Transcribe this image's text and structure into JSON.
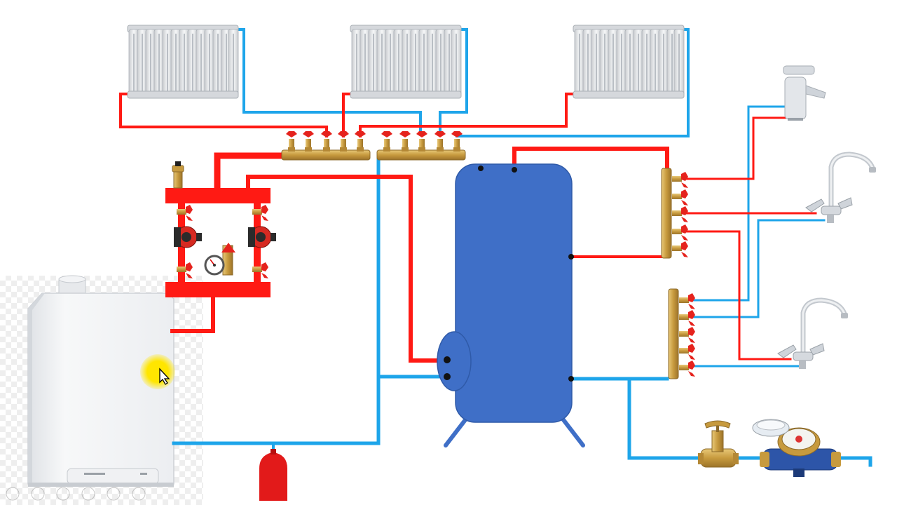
{
  "diagram": {
    "kind": "heating-and-water-supply-scheme",
    "colors": {
      "hot_pipe": "#ff1a14",
      "cold_pipe": "#1ea5ea",
      "tank": "#3f6fc7",
      "brass": "#c79a3e",
      "valve_handle": "#e5231d",
      "boiler": "#f2f3f5",
      "expansion_vessel": "#e21a1a",
      "cursor_highlight": "#ffe600"
    },
    "components": [
      {
        "id": "radiator-1",
        "icon": "radiator-icon"
      },
      {
        "id": "radiator-2",
        "icon": "radiator-icon"
      },
      {
        "id": "radiator-3",
        "icon": "radiator-icon"
      },
      {
        "id": "heating-manifold-supply",
        "icon": "manifold-icon"
      },
      {
        "id": "heating-manifold-return",
        "icon": "manifold-icon"
      },
      {
        "id": "hydraulic-separator",
        "icon": "hydro-module-icon"
      },
      {
        "id": "circulation-pump-1",
        "icon": "pump-icon"
      },
      {
        "id": "circulation-pump-2",
        "icon": "pump-icon"
      },
      {
        "id": "pressure-gauge",
        "icon": "gauge-icon"
      },
      {
        "id": "air-vent",
        "icon": "air-vent-icon"
      },
      {
        "id": "gas-boiler",
        "icon": "boiler-icon"
      },
      {
        "id": "expansion-vessel",
        "icon": "expansion-tank-icon"
      },
      {
        "id": "indirect-water-heater",
        "icon": "tank-icon"
      },
      {
        "id": "hot-water-manifold",
        "icon": "manifold-icon"
      },
      {
        "id": "cold-water-manifold",
        "icon": "manifold-icon"
      },
      {
        "id": "basin-mixer",
        "icon": "faucet-icon"
      },
      {
        "id": "kitchen-mixer-1",
        "icon": "faucet-icon"
      },
      {
        "id": "kitchen-mixer-2",
        "icon": "faucet-icon"
      },
      {
        "id": "main-shutoff-valve",
        "icon": "gate-valve-icon"
      },
      {
        "id": "water-meter",
        "icon": "water-meter-icon"
      }
    ],
    "toolbar_icons": [
      "arrow-left-icon",
      "arrow-right-icon",
      "pen-icon",
      "slides-icon",
      "zoom-icon",
      "more-icon"
    ]
  }
}
